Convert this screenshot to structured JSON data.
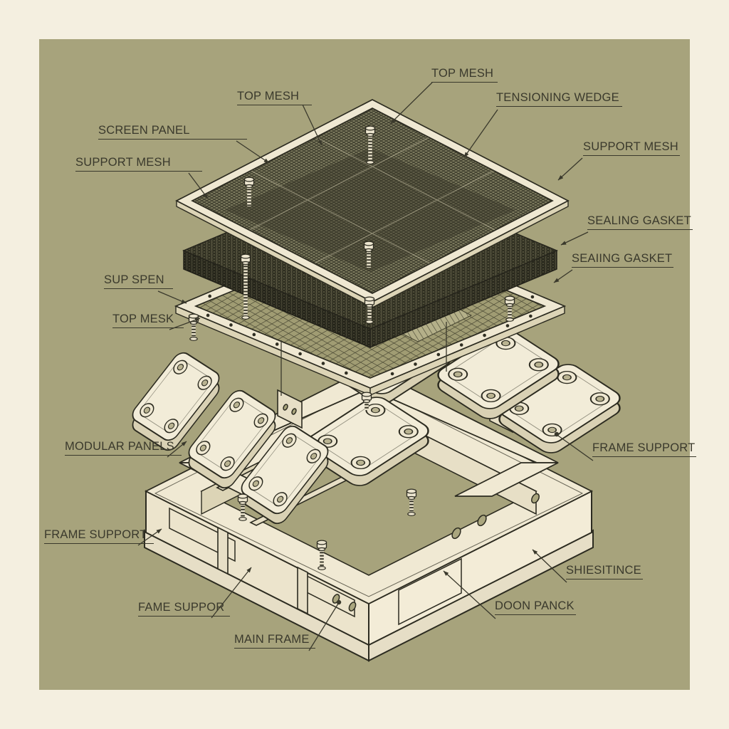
{
  "diagram": {
    "kind": "exploded-assembly-illustration"
  },
  "colors": {
    "canvas": "#f4efe0",
    "panel_background": "#a7a37c",
    "ink": "#3a392c",
    "part_fill": "#f0e9d3",
    "mesh_dark": "#4a4936"
  },
  "callouts": [
    {
      "id": "top-mesh-left",
      "text": "TOP MESH"
    },
    {
      "id": "top-mesh-right",
      "text": "TOP MESH"
    },
    {
      "id": "tensioning-wedge",
      "text": "TENSIONING WEDGE"
    },
    {
      "id": "screen-panel",
      "text": "SCREEN PANEL"
    },
    {
      "id": "support-mesh-left",
      "text": "SUPPORT MESH"
    },
    {
      "id": "support-mesh-right",
      "text": "SUPPORT MESH"
    },
    {
      "id": "sealing-gasket-upper",
      "text": "SEALING GASKET"
    },
    {
      "id": "sealing-gasket-lower",
      "text": "SEAIING GASKET"
    },
    {
      "id": "sup-spen",
      "text": "SUP SPEN"
    },
    {
      "id": "top-mesk",
      "text": "TOP MESK"
    },
    {
      "id": "modular-panels",
      "text": "MODULAR PANELS"
    },
    {
      "id": "frame-support-right",
      "text": "FRAME SUPPORT"
    },
    {
      "id": "frame-support-left",
      "text": "FRAME SUPPORT"
    },
    {
      "id": "fame-suppor",
      "text": "FAME SUPPOR"
    },
    {
      "id": "main-frame",
      "text": "MAIN FRAME"
    },
    {
      "id": "doon-panck",
      "text": "DOON PANCK"
    },
    {
      "id": "shiesitince",
      "text": "SHIESITINCE"
    }
  ]
}
